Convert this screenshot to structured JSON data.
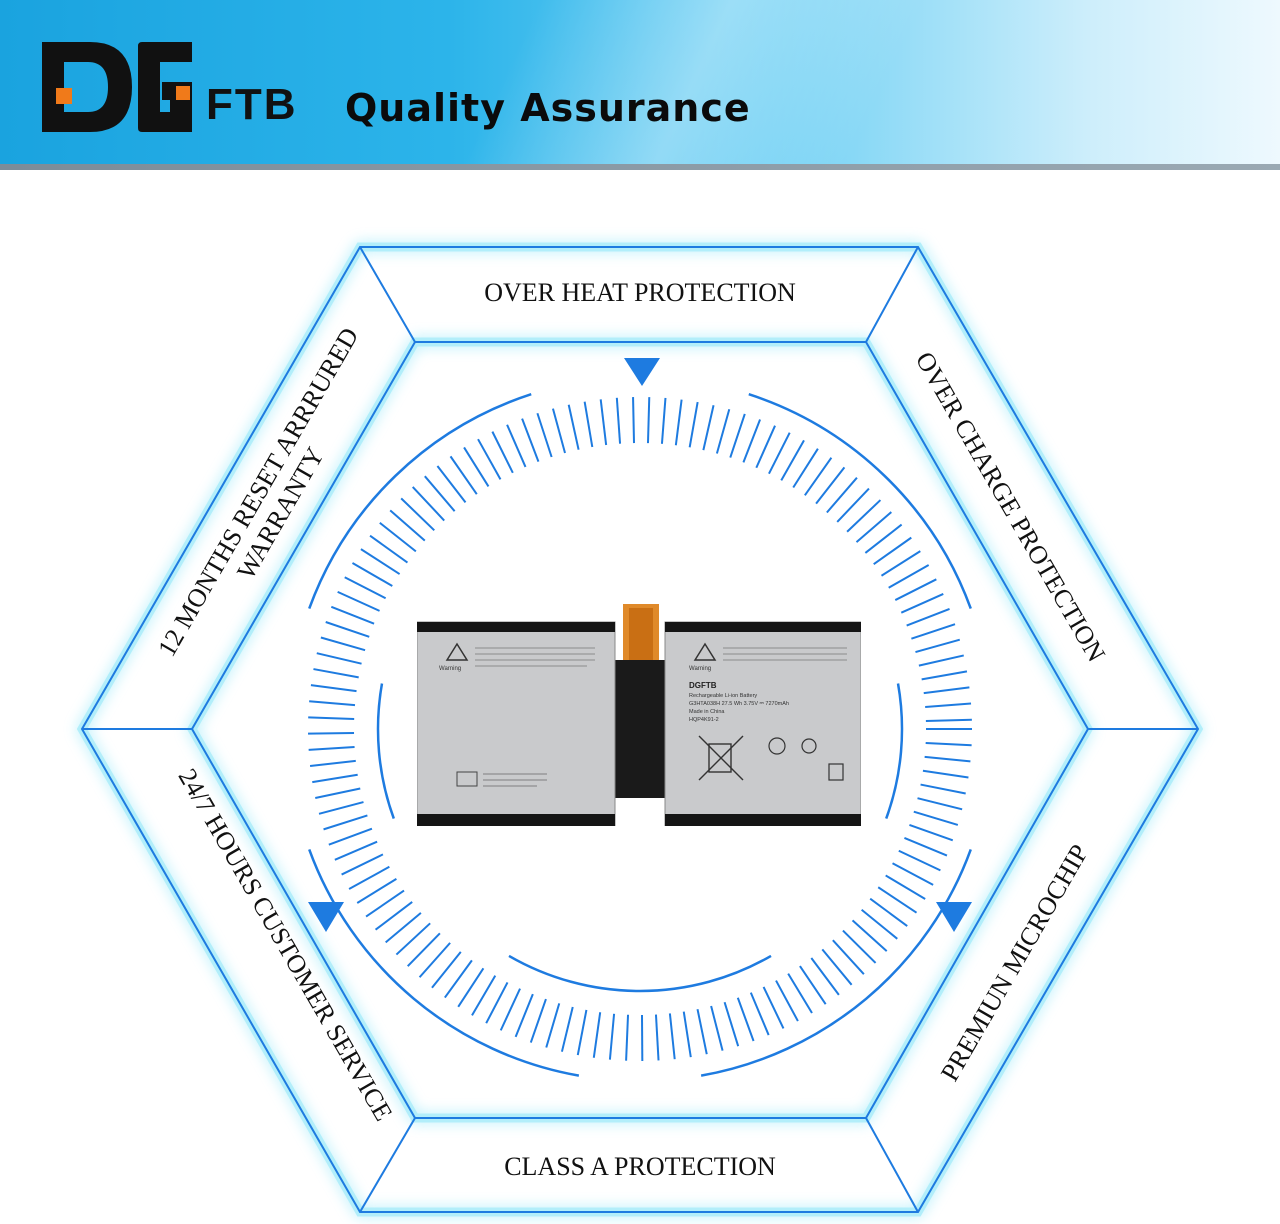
{
  "header": {
    "logo_letters": "DG",
    "logo_suffix": "FTB",
    "title": "Quality Assurance"
  },
  "features": {
    "top": "OVER HEAT PROTECTION",
    "top_right": "OVER CHARGE PROTECTION",
    "bottom_right": "PREMIUN MICROCHIP",
    "bottom": "CLASS A PROTECTION",
    "bottom_left": "24/7 HOURS CUSTOMER SERVICE",
    "top_left_line1": "12 MONTHS RESET ARRRURED",
    "top_left_line2": "WARRANTY"
  },
  "battery": {
    "brand": "DGFTB",
    "type": "Rechargeable Li-ion Battery",
    "spec": "G3HTA038H 27.5 Wh 3.75V ⎓ 7270mAh",
    "made_in": "Made in China",
    "model": "HQP4K91-2",
    "warning": "Warning"
  },
  "colors": {
    "accent": "#1e7be0",
    "glow": "#5fd6f5",
    "banner": "#1aa3df"
  }
}
